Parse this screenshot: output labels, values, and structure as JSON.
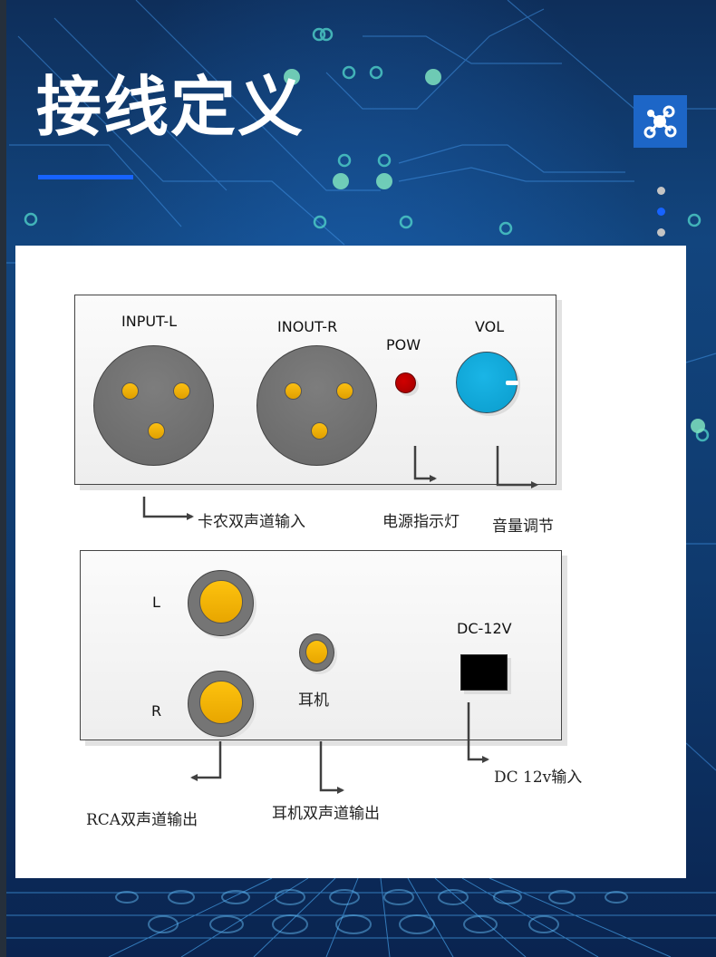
{
  "header": {
    "title": "接线定义",
    "accent_color": "#1763ff",
    "logo_icon": "network-nodes-icon",
    "pager": {
      "count": 3,
      "active_index": 1
    }
  },
  "front_panel": {
    "connectors": [
      {
        "label": "INPUT-L",
        "type": "XLR"
      },
      {
        "label": "INOUT-R",
        "type": "XLR"
      }
    ],
    "power_led": {
      "label": "POW",
      "color": "#c00000"
    },
    "volume_knob": {
      "label": "VOL",
      "color": "#13a8da"
    },
    "annotations": {
      "xlr": "卡农双声道输入",
      "power": "电源指示灯",
      "volume": "音量调节"
    }
  },
  "rear_panel": {
    "rca": [
      {
        "label": "L"
      },
      {
        "label": "R"
      }
    ],
    "headphone": {
      "label": "耳机"
    },
    "dc": {
      "label": "DC-12V"
    },
    "annotations": {
      "rca": "RCA双声道输出",
      "headphone": "耳机双声道输出",
      "dc": "DC 12v输入"
    }
  }
}
